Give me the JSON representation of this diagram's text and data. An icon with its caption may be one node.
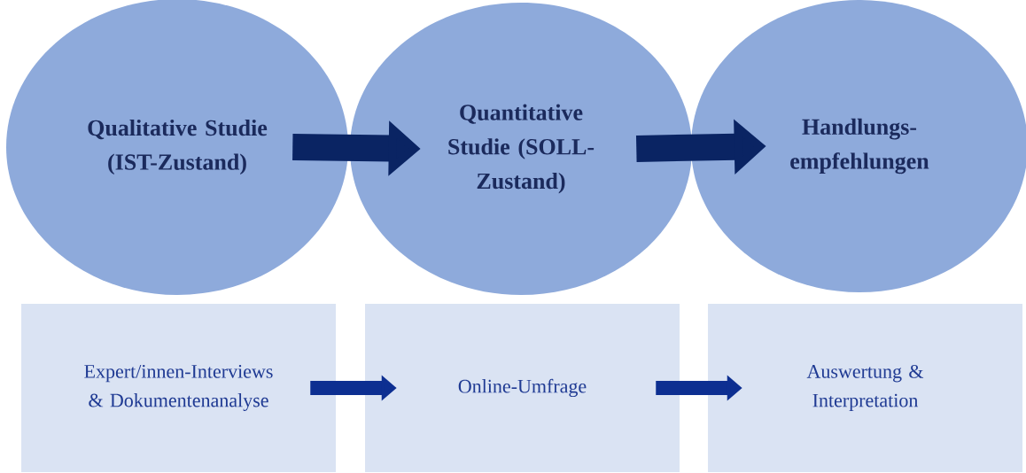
{
  "diagram": {
    "nodes": [
      {
        "text": [
          "Qualitative Studie (IST-Zustand)"
        ]
      },
      {
        "text": [
          "Quantitative Studie (SOLL-Zustand)"
        ]
      },
      {
        "text": [
          "Handlungs- empfehlungen"
        ]
      },
      {
        "text": [
          "Expert/innen-Interviews & Dokumentenanalyse"
        ]
      },
      {
        "text": [
          "Online-Umfrage"
        ]
      },
      {
        "text": [
          "Auswertung & Interpretation"
        ]
      }
    ],
    "edges": [
      {
        "from": 0,
        "to": 1,
        "arrow": "to",
        "style": "thick"
      },
      {
        "from": 1,
        "to": 2,
        "arrow": "to",
        "style": "thick"
      },
      {
        "from": 3,
        "to": 4,
        "arrow": "to"
      },
      {
        "from": 4,
        "to": 5,
        "arrow": "to"
      }
    ]
  }
}
